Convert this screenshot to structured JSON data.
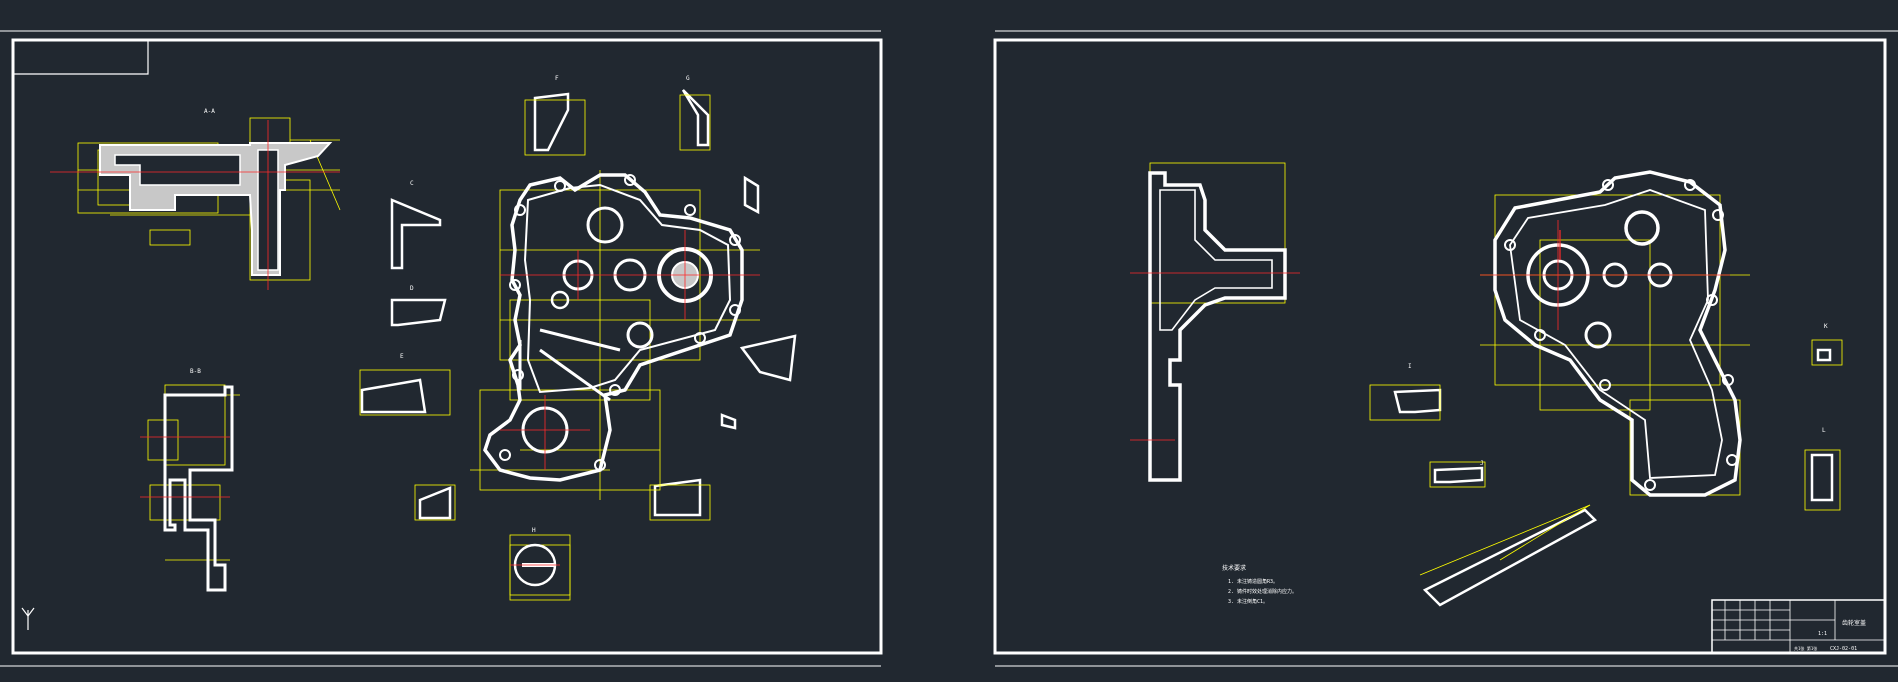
{
  "colors": {
    "background": "#212830",
    "frame": "#ffffff",
    "dimension": "#ffff00",
    "centerline": "#ff2a2a",
    "hatch": "#c8c8c8"
  },
  "notes": {
    "heading": "技术要求",
    "lines": [
      "1. 未注铸造圆角R3。",
      "2. 铸件时效处理消除内应力。",
      "3. 未注倒角C1。"
    ]
  },
  "title_block": {
    "drawing_name": "齿轮室盖",
    "drawing_code": "CXJ-02-01",
    "scale": "1:1",
    "sheet": "共1张 第1张"
  },
  "ucs_label": "Y"
}
